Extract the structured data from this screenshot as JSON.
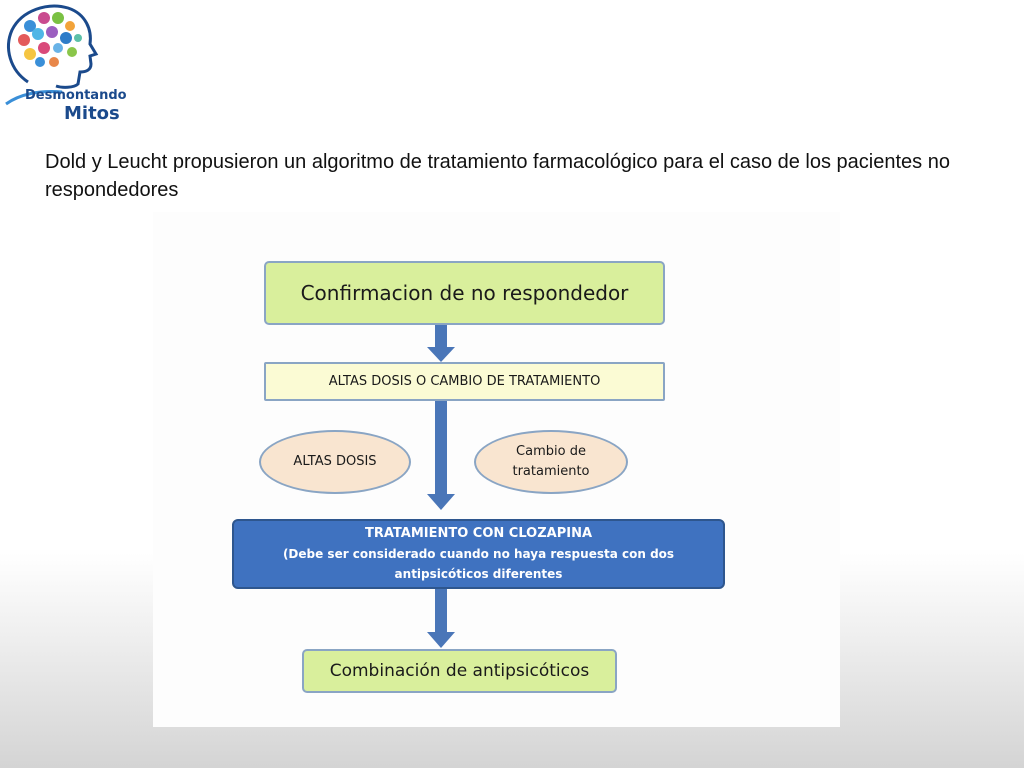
{
  "logo": {
    "word1": "Desmontando",
    "word2": "Mitos",
    "colors": {
      "primary": "#1b4a8c",
      "accent": "#3a8fd8"
    }
  },
  "intro_text": "Dold y Leucht  propusieron un algoritmo de tratamiento farmacológico para el caso de los pacientes no respondedores",
  "diagram": {
    "step1": "Confirmacion de no respondedor",
    "step2": "ALTAS DOSIS O CAMBIO DE TRATAMIENTO",
    "option_left": "ALTAS DOSIS",
    "option_right_line1": "Cambio de",
    "option_right_line2": "tratamiento",
    "step3_title": "TRATAMIENTO CON CLOZAPINA",
    "step3_line2": "(Debe ser considerado cuando no haya respuesta con dos",
    "step3_line3": "antipsicóticos diferentes",
    "step4": "Combinación de antipsicóticos",
    "colors": {
      "green_box": "#d9ef9c",
      "yellow_box": "#fbfbd4",
      "ellipse_fill": "#f9e5d0",
      "blue_box": "#3f72c0",
      "arrow": "#4a76b8",
      "border": "#8aa5c4"
    }
  }
}
